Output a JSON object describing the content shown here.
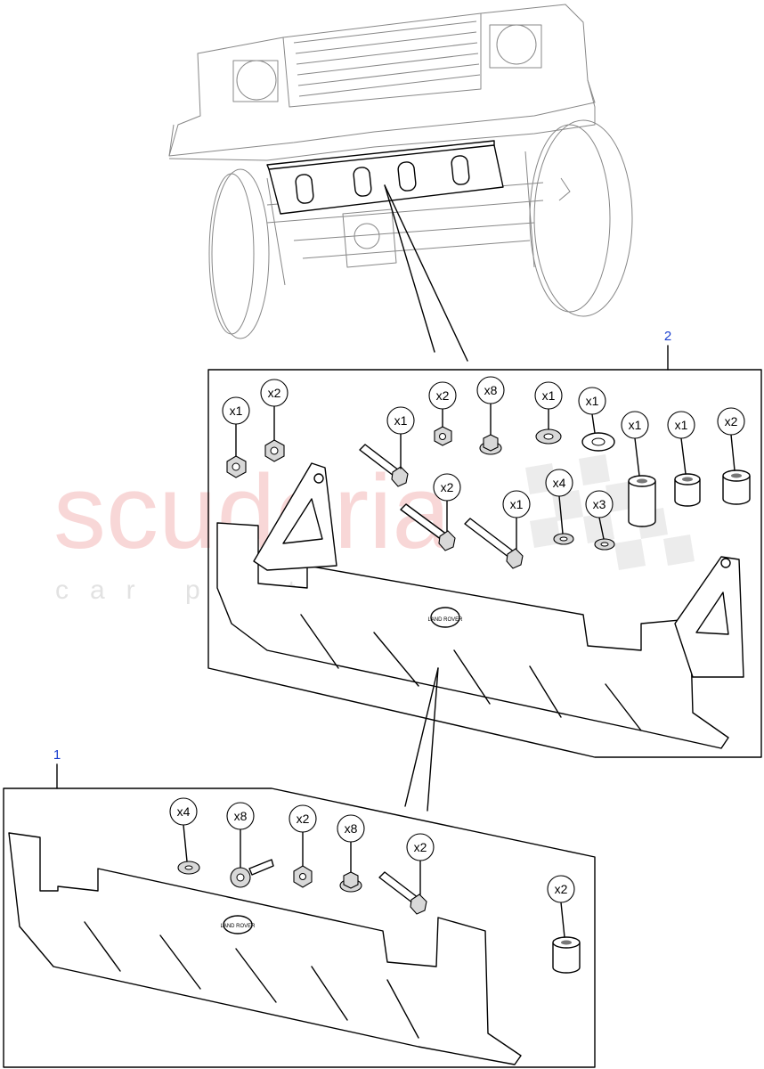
{
  "watermark": {
    "brand": "scuderia",
    "tagline": "car parts"
  },
  "callouts": {
    "group_1": "1",
    "group_2": "2"
  },
  "group_2_quantities": [
    "x1",
    "x2",
    "x1",
    "x2",
    "x8",
    "x1",
    "x1",
    "x1",
    "x1",
    "x2",
    "x2",
    "x1",
    "x4",
    "x3"
  ],
  "group_1_quantities": [
    "x4",
    "x8",
    "x2",
    "x8",
    "x2",
    "x2"
  ],
  "plate_badge": "LAND ROVER"
}
